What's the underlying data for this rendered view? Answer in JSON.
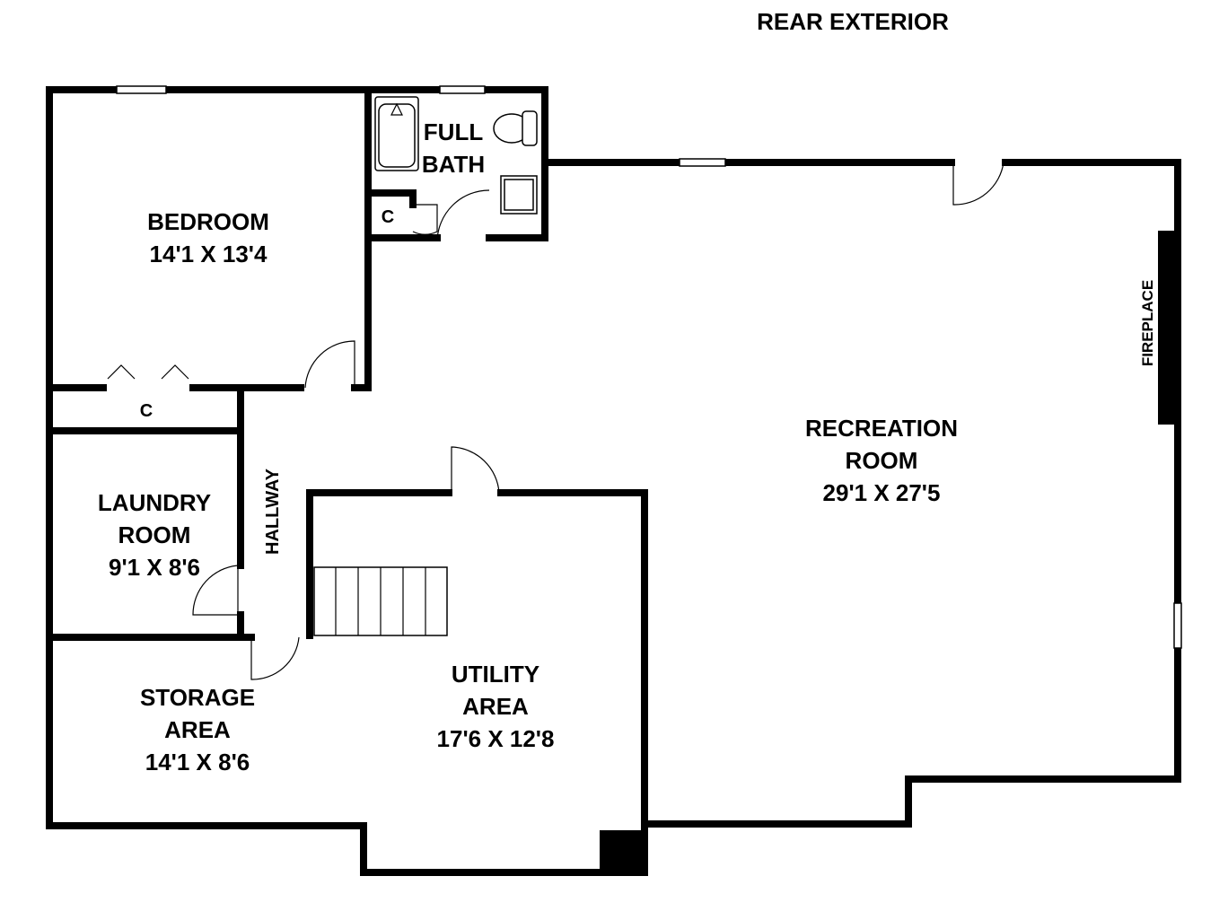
{
  "title": "REAR EXTERIOR",
  "rooms": {
    "bedroom": {
      "name": "BEDROOM",
      "size": "14'1 X 13'4"
    },
    "bath": {
      "line1": "FULL",
      "line2": "BATH"
    },
    "bath_closet": "C",
    "bedroom_closet": "C",
    "laundry": {
      "line1": "LAUNDRY",
      "line2": "ROOM",
      "size": "9'1 X 8'6"
    },
    "hallway": "HALLWAY",
    "storage": {
      "line1": "STORAGE",
      "line2": "AREA",
      "size": "14'1 X 8'6"
    },
    "utility": {
      "line1": "UTILITY",
      "line2": "AREA",
      "size": "17'6 X 12'8"
    },
    "recreation": {
      "line1": "RECREATION",
      "line2": "ROOM",
      "size": "29'1 X 27'5"
    },
    "fireplace": "FIREPLACE"
  }
}
